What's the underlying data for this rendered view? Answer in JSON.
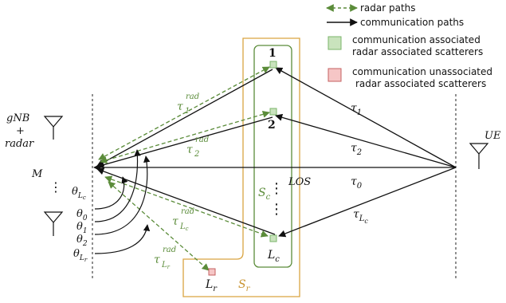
{
  "colors": {
    "radar": "#5b8c3a",
    "communication": "#111111",
    "assoc_fill": "#c9e3bd",
    "assoc_stroke": "#7bb46a",
    "unassoc_fill": "#f6c6c6",
    "unassoc_stroke": "#c46060",
    "sr_box": "#d9a441",
    "sc_box": "#5b8c3a",
    "set_label": "#5b8c3a",
    "sr_label": "#c99432"
  },
  "legend": {
    "radar": "radar paths",
    "comm": "communication paths",
    "assoc_line1": "communication associated",
    "assoc_line2": "radar associated scatterers",
    "unassoc_line1": "communication unassociated",
    "unassoc_line2": "radar associated scatterers"
  },
  "bs": {
    "line1": "gNB",
    "line2": "+",
    "line3": "radar",
    "antennas": "M"
  },
  "ue": {
    "label": "UE"
  },
  "scatterers": {
    "s1": "1",
    "s2": "2",
    "sLc": "L",
    "sLc_sub": "c",
    "sLr": "L",
    "sLr_sub": "r"
  },
  "sets": {
    "sc": "S",
    "sc_sub": "c",
    "sr": "S",
    "sr_sub": "r"
  },
  "los": "LOS",
  "delays": {
    "tau": "τ",
    "t1_sub": "1",
    "t2_sub": "2",
    "t0_sub": "0",
    "tLc_sub": "L",
    "tLc_subsub": "c",
    "rad_sup": "rad",
    "r1_sub": "1",
    "r2_sub": "2",
    "rLc_sub": "L",
    "rLc_subsub": "c",
    "rLr_sub": "L",
    "rLr_subsub": "r"
  },
  "angles": {
    "theta": "θ",
    "a_Lc_sub": "L",
    "a_Lc_subsub": "c",
    "a0_sub": "0",
    "a1_sub": "1",
    "a2_sub": "2",
    "a_Lr_sub": "L",
    "a_Lr_subsub": "r"
  }
}
